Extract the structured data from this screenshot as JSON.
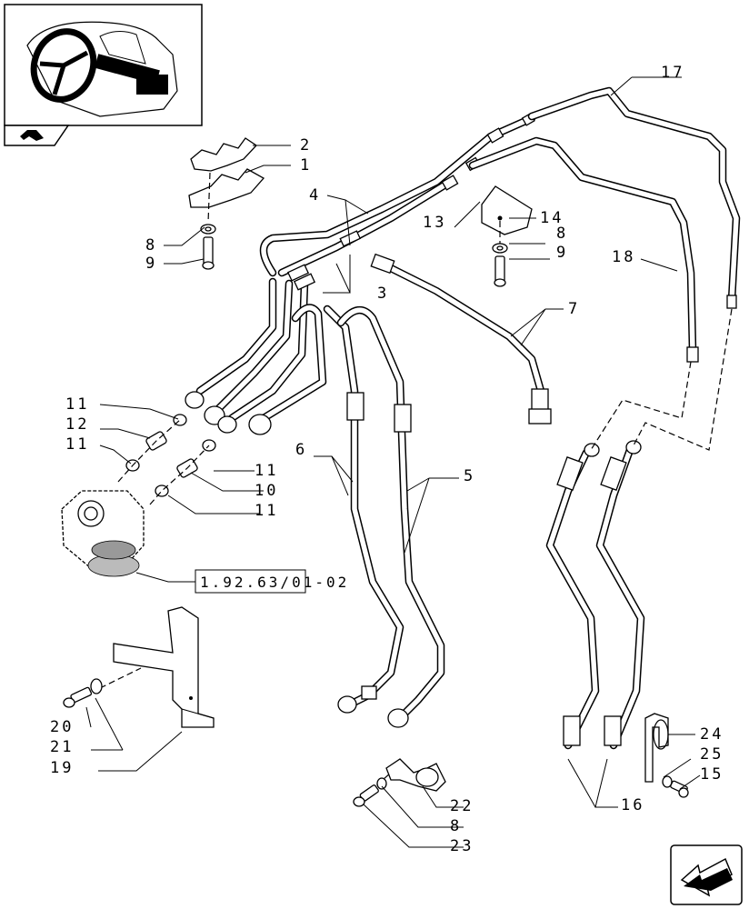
{
  "reference_code": "1.92.63/01-02",
  "callouts": {
    "c1": "1",
    "c2": "2",
    "c3": "3",
    "c4": "4",
    "c5": "5",
    "c6": "6",
    "c7": "7",
    "c8a": "8",
    "c8b": "8",
    "c8c": "8",
    "c9a": "9",
    "c9b": "9",
    "c10": "10",
    "c11a": "11",
    "c11b": "11",
    "c11c": "11",
    "c11d": "11",
    "c12": "12",
    "c13": "13",
    "c14": "14",
    "c15": "15",
    "c16": "16",
    "c17": "17",
    "c18": "18",
    "c19": "19",
    "c20": "20",
    "c21": "21",
    "c22": "22",
    "c23": "23",
    "c24": "24",
    "c25": "25"
  }
}
